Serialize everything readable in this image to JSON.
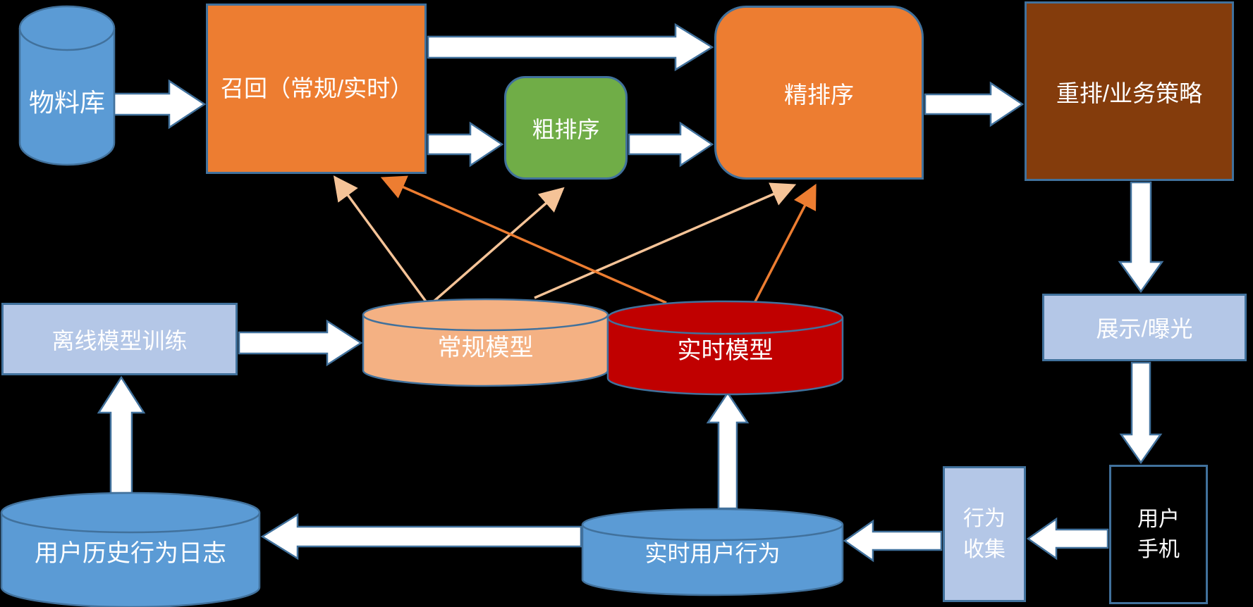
{
  "diagram": {
    "type": "recommendation-system-architecture-flowchart",
    "background": "#000000",
    "nodes": {
      "material_store": {
        "label": "物料库",
        "shape": "cylinder",
        "color": "#5B9BD5"
      },
      "recall": {
        "label": "召回（常规/实时）",
        "shape": "rect",
        "color": "#ED7D31"
      },
      "coarse_rank": {
        "label": "粗排序",
        "shape": "rounded-rect",
        "color": "#70AD47"
      },
      "fine_rank": {
        "label": "精排序",
        "shape": "rounded-rect",
        "color": "#ED7D31"
      },
      "rerank_strategy": {
        "label": "重排/业务策略",
        "shape": "rect",
        "color": "#843C0C"
      },
      "display_exposure": {
        "label": "展示/曝光",
        "shape": "rect",
        "color": "#B4C7E7"
      },
      "user_phone": {
        "label": "用户手机",
        "shape": "rect-outline",
        "color": "transparent"
      },
      "behavior_collect": {
        "label": "行为收集",
        "shape": "rect",
        "color": "#B4C7E7"
      },
      "realtime_behavior": {
        "label": "实时用户行为",
        "shape": "cylinder",
        "color": "#5B9BD5"
      },
      "history_log": {
        "label": "用户历史行为日志",
        "shape": "cylinder",
        "color": "#5B9BD5"
      },
      "offline_training": {
        "label": "离线模型训练",
        "shape": "rect",
        "color": "#B4C7E7"
      },
      "regular_model": {
        "label": "常规模型",
        "shape": "cylinder",
        "color": "#F4B183"
      },
      "realtime_model": {
        "label": "实时模型",
        "shape": "cylinder",
        "color": "#C00000"
      }
    },
    "edges": [
      {
        "from": "material_store",
        "to": "recall",
        "style": "white-block-arrow"
      },
      {
        "from": "recall",
        "to": "fine_rank",
        "style": "white-block-arrow"
      },
      {
        "from": "recall",
        "to": "coarse_rank",
        "style": "white-block-arrow"
      },
      {
        "from": "coarse_rank",
        "to": "fine_rank",
        "style": "white-block-arrow"
      },
      {
        "from": "fine_rank",
        "to": "rerank_strategy",
        "style": "white-block-arrow"
      },
      {
        "from": "rerank_strategy",
        "to": "display_exposure",
        "style": "white-block-arrow"
      },
      {
        "from": "display_exposure",
        "to": "user_phone",
        "style": "white-block-arrow"
      },
      {
        "from": "user_phone",
        "to": "behavior_collect",
        "style": "white-block-arrow"
      },
      {
        "from": "behavior_collect",
        "to": "realtime_behavior",
        "style": "white-block-arrow"
      },
      {
        "from": "realtime_behavior",
        "to": "realtime_model",
        "style": "white-block-arrow"
      },
      {
        "from": "realtime_behavior",
        "to": "history_log",
        "style": "white-block-arrow"
      },
      {
        "from": "history_log",
        "to": "offline_training",
        "style": "white-block-arrow"
      },
      {
        "from": "offline_training",
        "to": "regular_model",
        "style": "white-block-arrow"
      },
      {
        "from": "regular_model",
        "to": "recall",
        "style": "thin-peach-arrow"
      },
      {
        "from": "regular_model",
        "to": "coarse_rank",
        "style": "thin-peach-arrow"
      },
      {
        "from": "regular_model",
        "to": "fine_rank",
        "style": "thin-peach-arrow"
      },
      {
        "from": "realtime_model",
        "to": "recall",
        "style": "thin-orange-arrow"
      },
      {
        "from": "realtime_model",
        "to": "fine_rank",
        "style": "thin-orange-arrow"
      }
    ],
    "colors": {
      "background": "#000000",
      "cylinder_blue": "#5B9BD5",
      "box_orange": "#ED7D31",
      "box_green": "#70AD47",
      "box_brown": "#843C0C",
      "box_light_blue": "#B4C7E7",
      "cylinder_peach": "#F4B183",
      "cylinder_red": "#C00000",
      "border_blue": "#41719C",
      "block_arrow_fill": "#FFFFFF",
      "thin_arrow_peach": "#F5C397",
      "thin_arrow_orange": "#ED7D31",
      "text": "#FFFFFF"
    }
  }
}
